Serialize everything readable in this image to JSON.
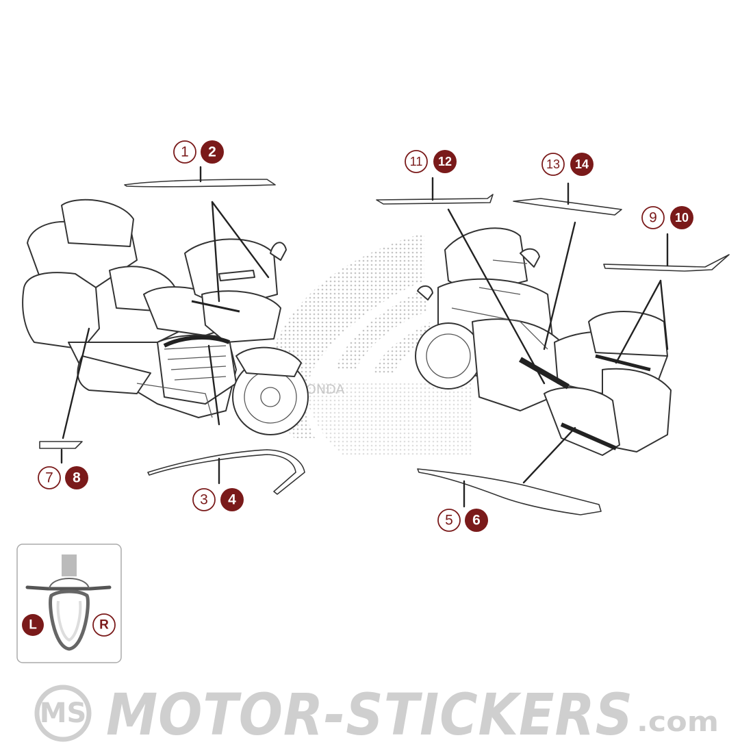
{
  "watermark": {
    "text": "HONDA"
  },
  "brand": {
    "logo_initials": "MS",
    "name": "MOTOR-STICKERS",
    "suffix": ".com"
  },
  "colors": {
    "accent": "#7a1a1a",
    "line": "#222222",
    "watermark": "#c8c8c8"
  },
  "callouts": [
    {
      "outline": "1",
      "filled": "2"
    },
    {
      "outline": "3",
      "filled": "4"
    },
    {
      "outline": "5",
      "filled": "6"
    },
    {
      "outline": "7",
      "filled": "8"
    },
    {
      "outline": "9",
      "filled": "10"
    },
    {
      "outline": "11",
      "filled": "12"
    },
    {
      "outline": "13",
      "filled": "14"
    }
  ],
  "legend": {
    "left": "L",
    "right": "R"
  }
}
